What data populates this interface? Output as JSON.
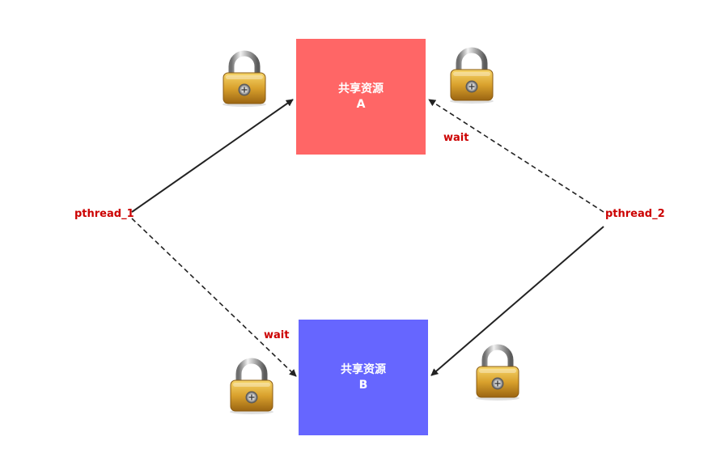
{
  "resource_a": {
    "title": "共享资源",
    "id": "A",
    "color": "#ff6666"
  },
  "resource_b": {
    "title": "共享资源",
    "id": "B",
    "color": "#6666ff"
  },
  "thread_1": {
    "label": "pthread_1"
  },
  "thread_2": {
    "label": "pthread_2"
  },
  "wait_a": {
    "label": "wait"
  },
  "wait_b": {
    "label": "wait"
  },
  "edges": [
    {
      "from": "pthread_1",
      "to": "A",
      "style": "solid"
    },
    {
      "from": "pthread_1",
      "to": "B",
      "style": "dashed",
      "label": "wait"
    },
    {
      "from": "pthread_2",
      "to": "A",
      "style": "dashed",
      "label": "wait"
    },
    {
      "from": "pthread_2",
      "to": "B",
      "style": "solid"
    }
  ],
  "colors": {
    "label": "#cc0000",
    "edge": "#222222"
  },
  "icons": [
    "padlock-icon",
    "padlock-icon",
    "padlock-icon",
    "padlock-icon"
  ]
}
